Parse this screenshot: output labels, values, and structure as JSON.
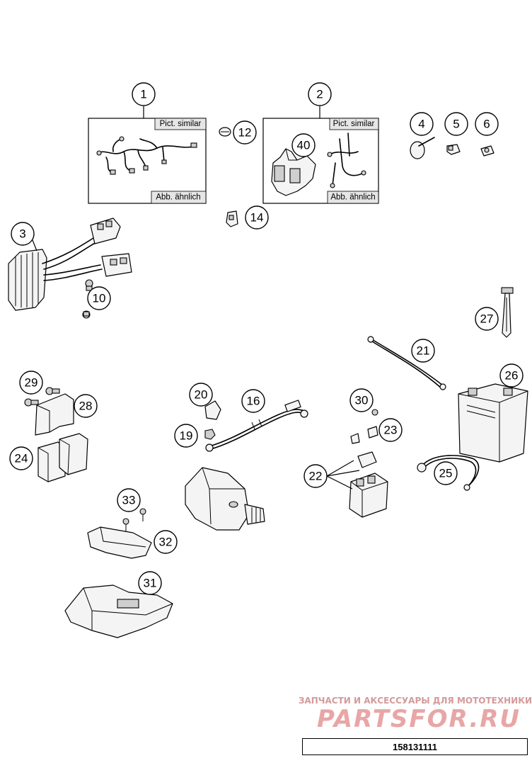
{
  "frames": {
    "pict_similar": "Pict. similar",
    "abb_aehnlich": "Abb. ähnlich"
  },
  "callouts": {
    "c1": "1",
    "c2": "2",
    "c3": "3",
    "c4": "4",
    "c5": "5",
    "c6": "6",
    "c10": "10",
    "c12": "12",
    "c14": "14",
    "c16": "16",
    "c19": "19",
    "c20": "20",
    "c21": "21",
    "c22": "22",
    "c23": "23",
    "c24": "24",
    "c25": "25",
    "c26": "26",
    "c27": "27",
    "c28": "28",
    "c29": "29",
    "c30": "30",
    "c31": "31",
    "c32": "32",
    "c33": "33",
    "c40": "40"
  },
  "watermark": {
    "tagline": "ЗАПЧАСТИ И АКСЕССУАРЫ ДЛЯ МОТОТЕХНИКИ",
    "brand": "PARTSFOR.RU"
  },
  "catalog_number": "158131111",
  "colors": {
    "line": "#000000",
    "watermark": "#e8a6a6",
    "tag_fill": "#e6e6e6"
  }
}
